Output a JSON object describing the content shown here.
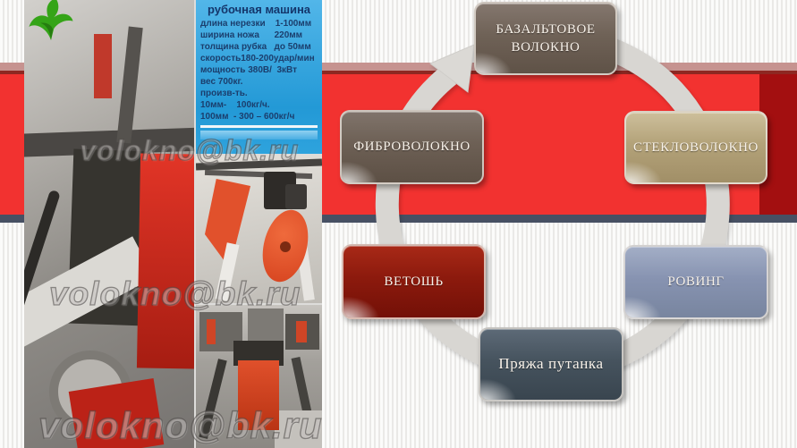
{
  "watermark": {
    "text": "volokno@bk.ru"
  },
  "spec_panel": {
    "title": "рубочная машина",
    "lines": [
      "длина нерезки    1-100мм",
      "ширина ножа      220мм",
      "толщина рубка   до 50мм",
      "скорость180-200удар/мин",
      "мощность 380В/  3кВт",
      "вес 700кг.",
      "произв-ть.",
      "10мм-    100кг/ч.",
      "100мм  - 300 – 600кг/ч"
    ]
  },
  "cycle": {
    "type": "cycle-diagram",
    "direction": "clockwise",
    "items": [
      {
        "label": "БАЗАЛЬТОВОЕ ВОЛОКНО",
        "color": "#6f6257"
      },
      {
        "label": "СТЕКЛОВОЛОКНО",
        "color": "#b3a279"
      },
      {
        "label": "РОВИНГ",
        "color": "#8793b1"
      },
      {
        "label": "Пряжа путанка",
        "color": "#46535e"
      },
      {
        "label": "ВЕТОШЬ",
        "color": "#8c1a0d"
      },
      {
        "label": "ФИБРОВОЛОКНО",
        "color": "#6d6055"
      }
    ]
  },
  "colors": {
    "band_pink": "#c69390",
    "band_dark_line": "#8e2822",
    "band_red": "#f23230",
    "band_maroon": "#a30f10",
    "band_navy": "#475063",
    "spec_panel_blue": "#2399d6",
    "spec_text_navy": "#1b3e6d",
    "arrow_gray": "#d8d6d2",
    "leaf_green": "#35a418"
  }
}
